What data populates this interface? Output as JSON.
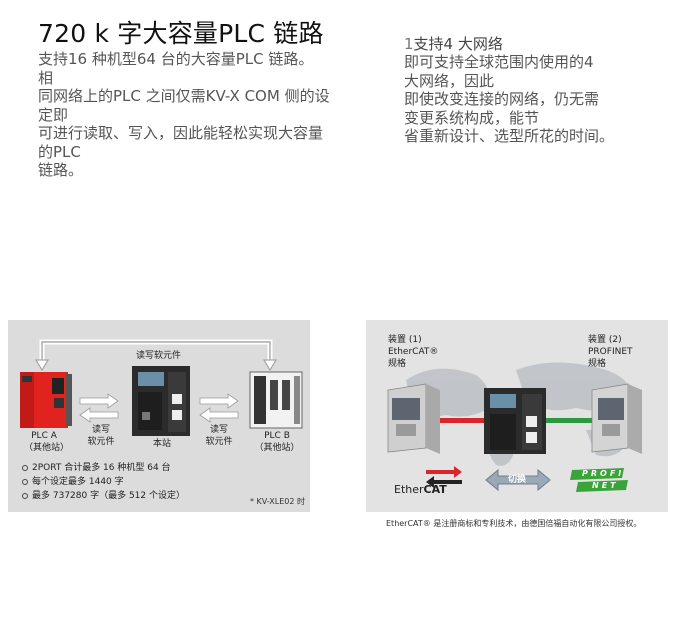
{
  "left": {
    "title": "720 k 字大容量PLC 链路",
    "lines": [
      "支持16 种机型64 台的大容量PLC 链路。",
      "相",
      "同网络上的PLC 之间仅需KV-X COM 侧的设",
      "定即",
      "可进行读取、写入，因此能轻松实现大容量",
      "的PLC",
      "链路。"
    ]
  },
  "right": {
    "title_num": "1",
    "title_text": "支持4 大网络",
    "lines": [
      "即可支持全球范围内使用的4",
      "大网络，因此",
      "即使改变连接的网络，仍无需",
      "变更系统构成，能节",
      "省重新设计、选型所花的时间。"
    ]
  },
  "diagram_left": {
    "top_label": "读写软元件",
    "plc_a": "PLC A",
    "plc_a_sub": "（其他站）",
    "rw_left_1": "读写",
    "rw_left_2": "软元件",
    "main_station": "本站",
    "rw_right_1": "读写",
    "rw_right_2": "软元件",
    "plc_b": "PLC B",
    "plc_b_sub": "（其他站）",
    "bullets": [
      "2PORT 合计最多 16 种机型 64 台",
      "每个设定最多 1440 字",
      "最多 737280 字（最多 512 个设定）"
    ],
    "footnote": "* KV-XLE02 时"
  },
  "diagram_right": {
    "device1_line1": "装置 (1)",
    "device1_line2": "EtherCAT®",
    "device1_line3": "规格",
    "device2_line1": "装置 (2)",
    "device2_line2": "PROFINET",
    "device2_line3": "规格",
    "ethercat_logo_a": "Ether",
    "ethercat_logo_b": "CAT",
    "switch_label": "切换",
    "profinet_a": "PROFI",
    "profinet_b": "NET"
  },
  "caption": "EtherCAT® 是注册商标和专利技术，由德国倍福自动化有限公司授权。",
  "colors": {
    "red_link": "#d8262b",
    "green_link": "#2b9a3c",
    "profinet_green": "#3aa33a",
    "plc_red": "#e0231f"
  }
}
